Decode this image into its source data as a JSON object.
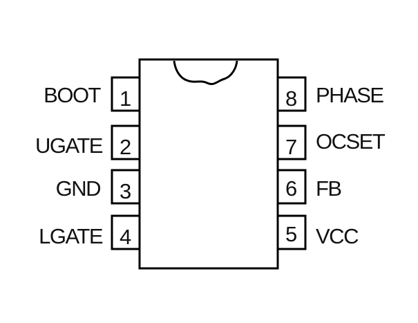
{
  "package": {
    "left_pins": [
      {
        "number": "1",
        "name": "BOOT"
      },
      {
        "number": "2",
        "name": "UGATE"
      },
      {
        "number": "3",
        "name": "GND"
      },
      {
        "number": "4",
        "name": "LGATE"
      }
    ],
    "right_pins": [
      {
        "number": "8",
        "name": "PHASE"
      },
      {
        "number": "7",
        "name": "OCSET"
      },
      {
        "number": "6",
        "name": "FB"
      },
      {
        "number": "5",
        "name": "VCC"
      }
    ]
  }
}
